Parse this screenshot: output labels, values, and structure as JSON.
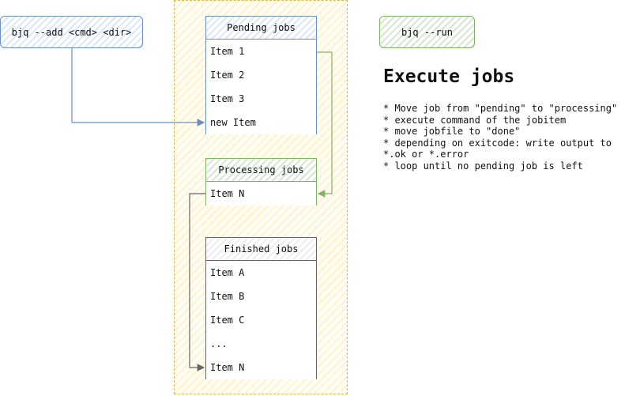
{
  "commands": {
    "add": "bjq --add <cmd> <dir>",
    "run": "bjq --run"
  },
  "lists": {
    "pending": {
      "header": "Pending jobs",
      "items": [
        "Item 1",
        "Item 2",
        "Item 3",
        "new Item"
      ]
    },
    "processing": {
      "header": "Processing jobs",
      "items": [
        "Item N"
      ]
    },
    "finished": {
      "header": "Finished jobs",
      "items": [
        "Item A",
        "Item B",
        "Item C",
        "...",
        "Item N"
      ]
    }
  },
  "description": {
    "title": "Execute jobs",
    "lines": [
      "* Move job from \"pending\" to \"processing\"",
      "* execute command of the jobitem",
      "* move jobfile to \"done\"",
      "* depending on exitcode: write output to",
      "*.ok or *.error",
      "* loop until no pending job is left"
    ]
  },
  "colors": {
    "blue_stroke": "#6c8ebf",
    "green_stroke": "#82b366",
    "gray_stroke": "#666666",
    "yellow_stroke": "#d6b656"
  }
}
